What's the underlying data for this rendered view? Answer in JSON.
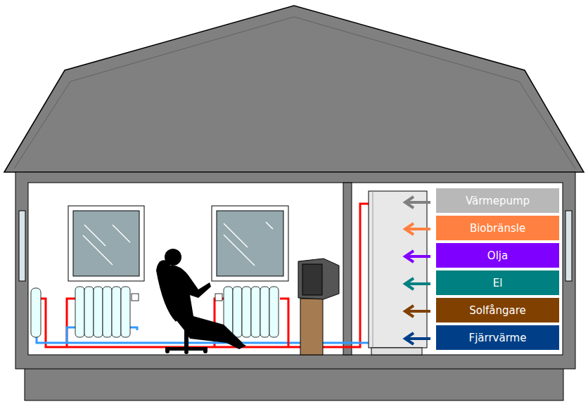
{
  "diagram": {
    "nodes": [
      {
        "text": [
          "Värmepump"
        ]
      },
      {
        "text": [
          "Biobränsle"
        ]
      },
      {
        "text": [
          "Olja"
        ]
      },
      {
        "text": [
          "El"
        ]
      },
      {
        "text": [
          "Solfångare"
        ]
      },
      {
        "text": [
          "Fjärrvärme"
        ]
      }
    ]
  }
}
